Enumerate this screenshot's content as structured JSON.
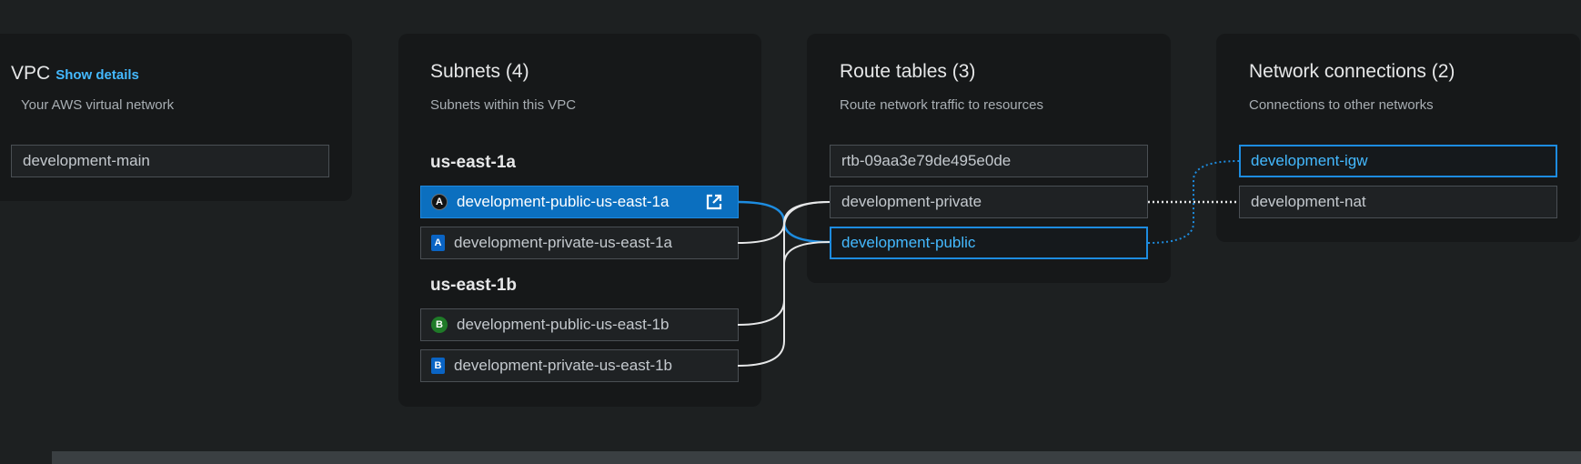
{
  "vpc": {
    "title": "VPC",
    "show_details": "Show details",
    "subtitle": "Your AWS virtual network",
    "name": "development-main"
  },
  "subnets": {
    "title": "Subnets (4)",
    "subtitle": "Subnets within this VPC",
    "groups": [
      {
        "label": "us-east-1a"
      },
      {
        "label": "us-east-1b"
      }
    ],
    "items": [
      {
        "name": "development-public-us-east-1a",
        "badge": "A"
      },
      {
        "name": "development-private-us-east-1a",
        "badge": "A"
      },
      {
        "name": "development-public-us-east-1b",
        "badge": "B"
      },
      {
        "name": "development-private-us-east-1b",
        "badge": "B"
      }
    ]
  },
  "route_tables": {
    "title": "Route tables (3)",
    "subtitle": "Route network traffic to resources",
    "items": [
      {
        "name": "rtb-09aa3e79de495e0de"
      },
      {
        "name": "development-private"
      },
      {
        "name": "development-public"
      }
    ]
  },
  "network_connections": {
    "title": "Network connections (2)",
    "subtitle": "Connections to other networks",
    "items": [
      {
        "name": "development-igw"
      },
      {
        "name": "development-nat"
      }
    ]
  },
  "colors": {
    "background": "#1d2021",
    "panel": "#161819",
    "accent": "#44b9ff",
    "selected": "#0b6fbf",
    "connector": "#e6e7e8",
    "link_connector": "#1d8ce0"
  },
  "icons": {
    "open_external": "external-link-icon"
  }
}
